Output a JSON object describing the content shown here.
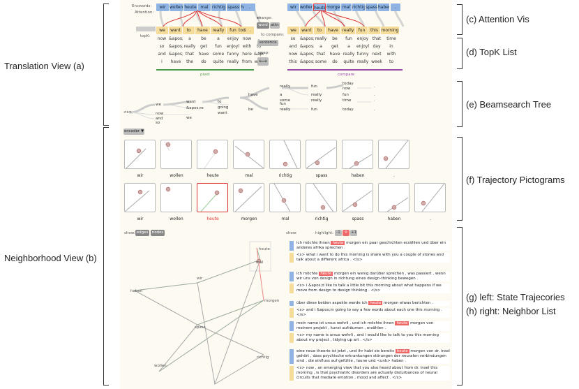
{
  "side_labels": {
    "translation_view": "Translation View (a)",
    "neighborhood_view": "Neighborhood View (b)",
    "attention_vis": "(c) Attention Vis",
    "topk_list": "(d) TopK List",
    "beamsearch_tree": "(e) Beamsearch Tree",
    "trajectory_pictograms": "(f) Trajectory Pictograms",
    "state_trajectories": "(g) left: State Trajecories",
    "neighbor_list": "(h) right: Neighbor List"
  },
  "attention": {
    "encwords_label": "Encwords:",
    "attention_label": "Attention:",
    "topk_label": "topK:",
    "left_enc": [
      "wir",
      "wollen",
      "heute",
      "mal",
      "richtig",
      "spass",
      "haben",
      "."
    ],
    "right_enc": [
      "wir",
      "wollen",
      "heute",
      "morgen",
      "mal",
      "richtig",
      "spass",
      "haben",
      "."
    ],
    "left_dec": [
      "we",
      "want",
      "to",
      "have",
      "really",
      "fun",
      "today",
      "."
    ],
    "right_dec": [
      "we",
      "want",
      "to",
      "have",
      "really",
      "fun",
      "this",
      "morning"
    ],
    "left_topk": [
      [
        "now",
        "&apos;",
        "a",
        "be",
        "a",
        "enjoy",
        "now",
        ","
      ],
      [
        "so",
        "&apos;",
        "really",
        "get",
        "fun",
        "enjoyl",
        "with",
        "to"
      ],
      [
        "and",
        "&apos;",
        "that",
        "have",
        "some",
        "funny",
        "here",
        "&apos;"
      ],
      [
        "i",
        "have",
        "the",
        "do",
        "quite",
        "really",
        "from",
        "with"
      ]
    ],
    "right_topk": [
      [
        "so",
        "&apos;",
        "really",
        "be",
        "fun",
        "enjoy",
        "that",
        "time"
      ],
      [
        "and",
        "&apos;",
        "a",
        "get",
        "a",
        "enjoyl",
        "day",
        "in"
      ],
      [
        "now",
        "&apos;",
        "that",
        "have",
        "really",
        "funny",
        "next",
        "with"
      ],
      [
        "this",
        "&apos;",
        "some",
        "do",
        "quite",
        "really",
        "week",
        "to"
      ]
    ],
    "pivot_label": "pivot",
    "compare_label": "compare",
    "change_label": "change:",
    "word_btn": "word",
    "attn_btn": "attn",
    "to_compare_label": "to compare:",
    "sentence_btn": "sentence",
    "swap_label": "swap:",
    "swap_icon": "⟷"
  },
  "beam": {
    "start": "<s>",
    "col1": [
      "we",
      "now",
      "and",
      "so"
    ],
    "col2": [
      "want",
      "&apos;re",
      "we"
    ],
    "col3": [
      "to",
      "going",
      "want"
    ],
    "col4": [
      "have",
      "be"
    ],
    "col5": [
      "really",
      "a",
      "some",
      "fun",
      "really"
    ],
    "col6": [
      "fun",
      "really",
      "really",
      "fun"
    ],
    "col7": [
      "today",
      "now",
      "fun",
      "time",
      "today"
    ],
    "col8": [
      ".",
      ".",
      ".",
      "."
    ]
  },
  "encoder_dropdown": "encoder ▼",
  "pictograms": {
    "row1": [
      "wir",
      "wollen",
      "heute",
      "mal",
      "richtig",
      "spass",
      "haben",
      "."
    ],
    "row2": [
      "wir",
      "wollen",
      "heute",
      "morgen",
      "mal",
      "richtig",
      "spass",
      "haben",
      "."
    ]
  },
  "neighborhood": {
    "show_label": "show:",
    "edges_btn": "edges",
    "nodes_btn": "nodes",
    "nodes": [
      "heute",
      "mal",
      "haben",
      "wir",
      "morgen",
      "spass",
      "wollen",
      "richtig",
      "."
    ]
  },
  "neighbor_list": {
    "show_label": "show:",
    "highlight_label": "highlight:",
    "hl_buttons": [
      "-1",
      "0",
      "+1"
    ],
    "items": [
      {
        "src_pre": "ich möchte ihnen ",
        "src_hl": "heute",
        "src_post": " morgen ein paar geschichten erzählen und über ein anderes afrika sprechen .",
        "tgt": "<s> what i want to do this morning is share with you a couple of stories and talk about a different africa . </s>"
      },
      {
        "src_pre": "ich möchte ",
        "src_hl": "heute",
        "src_post": " morgen ein wenig darüber sprechen , was passiert , wenn wir uns von design in richtung eines design-thinking bewegen .",
        "tgt": "<s> i &apos;d like to talk a little bit this morning about what happens if we move from design to design thinking . </s>"
      },
      {
        "src_pre": "über diese beiden aspekte werde ich ",
        "src_hl": "heute",
        "src_post": " morgen etwas berichten .",
        "tgt": "<s> and i &apos;m going to say a few words about each one this morning . </s>"
      },
      {
        "src_pre": "mein name ist ursus wehrli , und ich möchte ihnen ",
        "src_hl": "heute",
        "src_post": " morgen von meinem projekt , kunst aufräumen , erzählen .",
        "tgt": "<s> my name is ursus wehrli , and i would like to talk to you this morning about my project , tidying up art . </s>"
      },
      {
        "src_pre": "eine neue theorie ist jetzt , und ihr habt sie bereits ",
        "src_hl": "heute",
        "src_post": " morgen von dr. insel gehört , dass psychische erkrankungen störungen der neuralen verbindungen sind , die einfluss auf gefühle , laune und <unk> haben .",
        "tgt": "<s> now , an emerging view that you also heard about from dr. insel this morning , is that psychiatric disorders are actually disturbances of neural circuits that mediate emotion , mood and affect . </s>"
      }
    ]
  }
}
